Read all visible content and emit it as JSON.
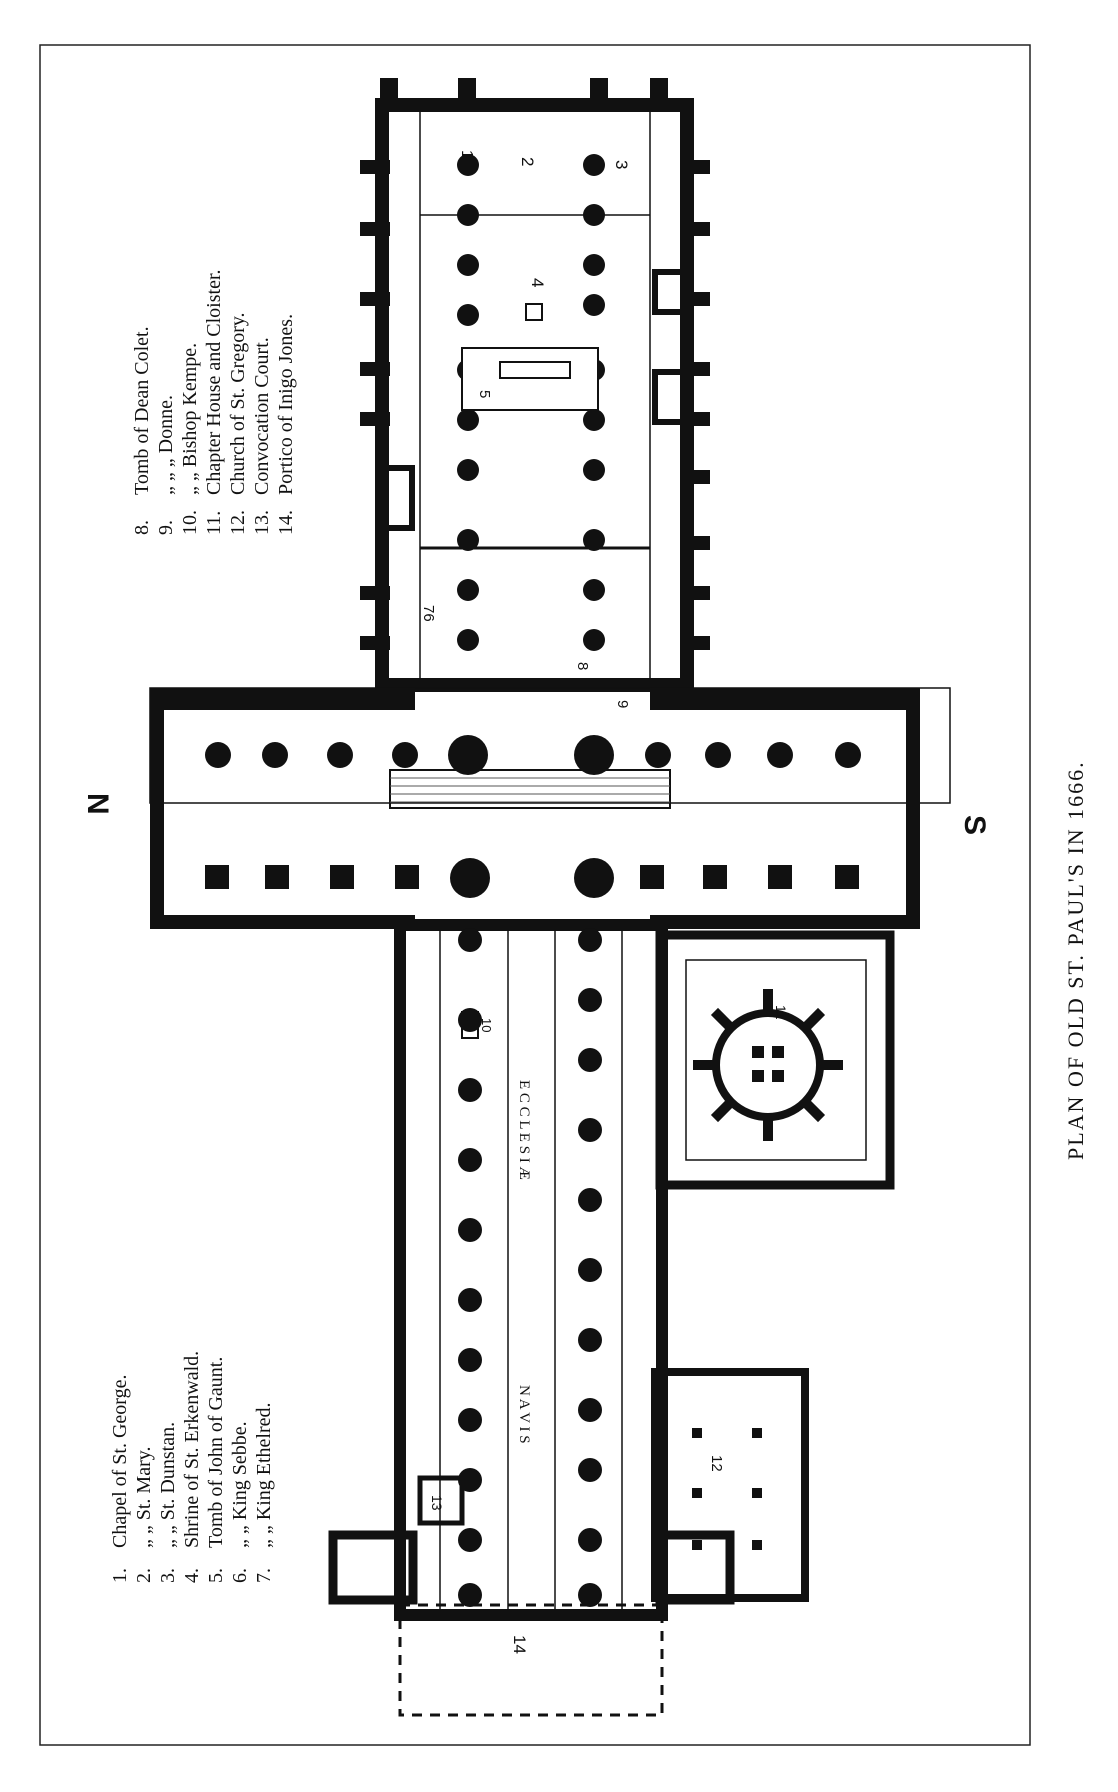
{
  "caption": "PLAN OF OLD ST. PAUL'S IN 1666.",
  "compass": {
    "north": "N",
    "south": "S"
  },
  "legend_left": [
    {
      "num": "1.",
      "text": "Chapel of St. George."
    },
    {
      "num": "2.",
      "text": "„ „ St. Mary."
    },
    {
      "num": "3.",
      "text": "„ „ St. Dunstan."
    },
    {
      "num": "4.",
      "text": "Shrine of St. Erkenwald."
    },
    {
      "num": "5.",
      "text": "Tomb of John of Gaunt."
    },
    {
      "num": "6.",
      "text": "„ „ King Sebbe."
    },
    {
      "num": "7.",
      "text": "„ „ King Ethelred."
    }
  ],
  "legend_right": [
    {
      "num": "8.",
      "text": "Tomb of Dean Colet."
    },
    {
      "num": "9.",
      "text": "„ „ „ Donne."
    },
    {
      "num": "10.",
      "text": "„ „ Bishop Kempe."
    },
    {
      "num": "11.",
      "text": "Chapter House and Cloister."
    },
    {
      "num": "12.",
      "text": "Church of St. Gregory."
    },
    {
      "num": "13.",
      "text": "Convocation Court."
    },
    {
      "num": "14.",
      "text": "Portico of Inigo Jones."
    }
  ],
  "nave_labels": {
    "navis": "N A V I S",
    "ecclesiae": "E C C L E S I Æ"
  },
  "plan_numbers": {
    "n1": "1",
    "n2": "2",
    "n3": "3",
    "n4": "4",
    "n5": "5",
    "n76": "76",
    "n8": "8",
    "n9": "9",
    "n10": "10",
    "n11": "11",
    "n12": "12",
    "n13": "13",
    "n14": "14"
  }
}
